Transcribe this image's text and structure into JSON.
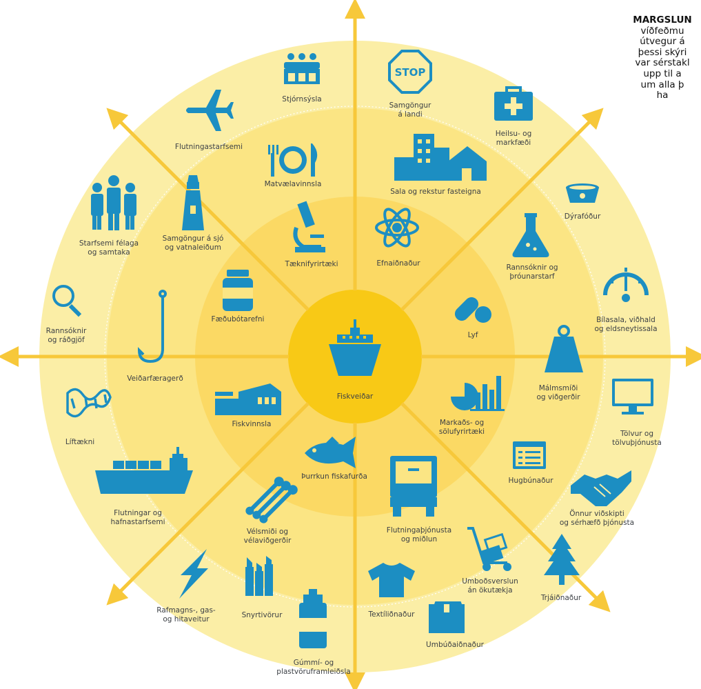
{
  "caption": {
    "title": "MARGSLUN",
    "lines": [
      "víðfeðmu",
      "útvegur á",
      "þessi skýri",
      "var sérstakl",
      "upp til a",
      "um alla þ",
      "ha"
    ]
  },
  "center": {
    "label": "Fiskveiðar",
    "icon": "ship-icon"
  },
  "colors": {
    "ring_outer": "#fbeea6",
    "ring_mid": "#fbe584",
    "ring_inner": "#fbd964",
    "core": "#f8c916",
    "axis": "#f7c83a",
    "icon": "#1c8ec2"
  },
  "items": [
    {
      "id": "stjornsysla",
      "icon": "officials-icon",
      "lines": [
        "Stjórnsýsla"
      ]
    },
    {
      "id": "flutningastarfsemi",
      "icon": "airplane-icon",
      "lines": [
        "Flutningastarfsemi"
      ]
    },
    {
      "id": "samgongur-a-landi",
      "icon": "stop-sign-icon",
      "lines": [
        "Samgöngur",
        "á landi"
      ]
    },
    {
      "id": "heilsu-og-markfaedi",
      "icon": "medical-kit-icon",
      "lines": [
        "Heilsu- og",
        "markfæði"
      ]
    },
    {
      "id": "matvaelavinnsla",
      "icon": "plate-cutlery-icon",
      "lines": [
        "Matvælavinnsla"
      ]
    },
    {
      "id": "sala-og-rekstur-fasteigna",
      "icon": "buildings-icon",
      "lines": [
        "Sala og rekstur fasteigna"
      ]
    },
    {
      "id": "dyrafodur",
      "icon": "pet-bowl-icon",
      "lines": [
        "Dýrafóður"
      ]
    },
    {
      "id": "starfsemi-felaga",
      "icon": "people-icon",
      "lines": [
        "Starfsemi félaga",
        "og samtaka"
      ]
    },
    {
      "id": "samgongur-a-sjo",
      "icon": "lighthouse-icon",
      "lines": [
        "Samgöngur á sjó",
        "og vatnaleiðum"
      ]
    },
    {
      "id": "taeknifyrirtaeki",
      "icon": "microscope-icon",
      "lines": [
        "Tæknifyrirtæki"
      ]
    },
    {
      "id": "efnaidnadur",
      "icon": "atom-icon",
      "lines": [
        "Efnaiðnaður"
      ]
    },
    {
      "id": "rannsoknir-og-throunarstarf",
      "icon": "flask-icon",
      "lines": [
        "Rannsóknir og",
        "þróunarstarf"
      ]
    },
    {
      "id": "bilasala",
      "icon": "gauge-icon",
      "lines": [
        "Bílasala, viðhald",
        "og eldsneytissala"
      ]
    },
    {
      "id": "rannsoknir-og-radgjof",
      "icon": "magnifier-icon",
      "lines": [
        "Rannsóknir",
        "og ráðgjöf"
      ]
    },
    {
      "id": "faedubotarefni",
      "icon": "supplement-jar-icon",
      "lines": [
        "Fæðubótarefni"
      ]
    },
    {
      "id": "lyf",
      "icon": "pill-icon",
      "lines": [
        "Lyf"
      ]
    },
    {
      "id": "veidarfaeragerd",
      "icon": "fish-hook-icon",
      "lines": [
        "Veiðarfæragerð"
      ]
    },
    {
      "id": "malmsmidi",
      "icon": "weight-icon",
      "lines": [
        "Málmsmíði",
        "og viðgerðir"
      ]
    },
    {
      "id": "liftaekni",
      "icon": "dna-icon",
      "lines": [
        "Líftækni"
      ]
    },
    {
      "id": "fiskvinnsla",
      "icon": "factory-icon",
      "lines": [
        "Fiskvinnsla"
      ]
    },
    {
      "id": "markads-og-solufyrirtaeki",
      "icon": "chart-icon",
      "lines": [
        "Markaðs- og",
        "sölufyrirtæki"
      ]
    },
    {
      "id": "tolvur",
      "icon": "monitor-icon",
      "lines": [
        "Tölvur og",
        "tölvuþjónusta"
      ]
    },
    {
      "id": "thurrkun-fiskafurda",
      "icon": "fish-icon",
      "lines": [
        "Þurrkun fiskafurða"
      ]
    },
    {
      "id": "hugbunadur",
      "icon": "software-window-icon",
      "lines": [
        "Hugbúnaður"
      ]
    },
    {
      "id": "flutningar-og-hafnarstarfsemi",
      "icon": "cargo-ship-icon",
      "lines": [
        "Flutningar og",
        "hafnastarfsemi"
      ]
    },
    {
      "id": "velsmidi",
      "icon": "wrenches-icon",
      "lines": [
        "Vélsmiði og",
        "vélaviðgerðir"
      ]
    },
    {
      "id": "flutningathjonusta",
      "icon": "truck-icon",
      "lines": [
        "Flutningaþjónusta",
        "og miðlun"
      ]
    },
    {
      "id": "onnur-vidskipti",
      "icon": "handshake-icon",
      "lines": [
        "Önnur viðskipti",
        "og sérhæfð þjónusta"
      ]
    },
    {
      "id": "umbodsverslun",
      "icon": "hand-truck-icon",
      "lines": [
        "Umboðsverslun",
        "án ökutækja"
      ]
    },
    {
      "id": "rafmagns",
      "icon": "lightning-icon",
      "lines": [
        "Rafmagns-, gas-",
        "og hitaveitur"
      ]
    },
    {
      "id": "snyrtivorur",
      "icon": "lipstick-icon",
      "lines": [
        "Snyrtivörur"
      ]
    },
    {
      "id": "textilidnadur",
      "icon": "tshirt-icon",
      "lines": [
        "Textíliðnaður"
      ]
    },
    {
      "id": "trjaidnadur",
      "icon": "tree-icon",
      "lines": [
        "Trjáiðnaður"
      ]
    },
    {
      "id": "umbudaidnadur",
      "icon": "box-icon",
      "lines": [
        "Umbúðaiðnaður"
      ]
    },
    {
      "id": "gummi",
      "icon": "bottle-icon",
      "lines": [
        "Gúmmí- og",
        "plastvöruframleiðsla"
      ]
    }
  ]
}
